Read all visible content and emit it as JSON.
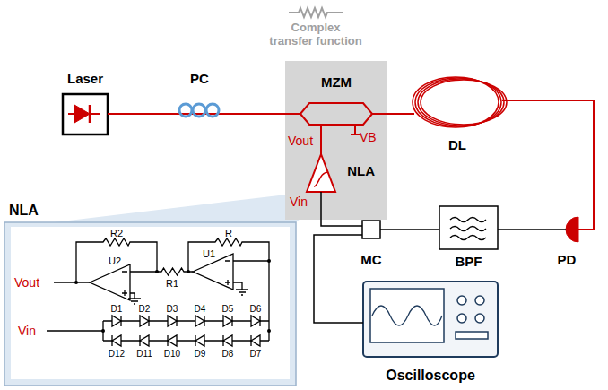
{
  "diagram": {
    "nodes": [
      {
        "text": [
          "Laser"
        ]
      },
      {
        "text": [
          "PC"
        ]
      },
      {
        "text": [
          "MZM"
        ]
      },
      {
        "text": [
          "NLA"
        ],
        "in": 2
      },
      {
        "text": [
          "DL"
        ]
      },
      {
        "text": [
          "MC"
        ]
      },
      {
        "text": [
          "BPF"
        ]
      },
      {
        "text": [
          "PD"
        ]
      },
      {
        "text": [
          "Oscilloscope"
        ]
      },
      {
        "text": [
          "NLA"
        ]
      }
    ],
    "edges": [
      {
        "from": 0,
        "to": 1,
        "arrow": "none"
      },
      {
        "from": 1,
        "to": 2,
        "arrow": "none"
      },
      {
        "from": 2,
        "to": 4,
        "arrow": "none"
      },
      {
        "from": 4,
        "to": 7,
        "arrow": "none"
      },
      {
        "from": 7,
        "to": 6,
        "arrow": "none"
      },
      {
        "from": 6,
        "to": 5,
        "arrow": "none"
      },
      {
        "from": 5,
        "to": 3,
        "arrow": "none"
      },
      {
        "from": 5,
        "to": 8,
        "arrow": "none"
      }
    ],
    "labels": [
      "Complex transfer function",
      "Vout",
      "VB",
      "Vin",
      "Vout",
      "Vin",
      "R2",
      "R1",
      "R",
      "U2",
      "U1",
      "D1",
      "D2",
      "D3",
      "D4",
      "D5",
      "D6",
      "D12",
      "D11",
      "D10",
      "D9",
      "D8",
      "D7"
    ]
  }
}
